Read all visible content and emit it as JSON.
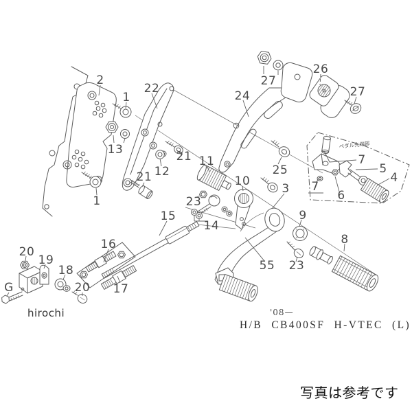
{
  "diagram": {
    "captions": {
      "year_note": "'08—",
      "model": "H/B CB400SF H-VTEC (L)",
      "photo_note": "写真は参考です",
      "pedal_tip_note": "ペダル先端部"
    },
    "watermark": "hirochi",
    "colors": {
      "line": "#5b5b5b",
      "caption_text": "#2e2e2e",
      "photo_note_text": "#121212"
    },
    "callouts": [
      {
        "label": "2"
      },
      {
        "label": "1"
      },
      {
        "label": "22"
      },
      {
        "label": "13"
      },
      {
        "label": "21"
      },
      {
        "label": "12"
      },
      {
        "label": "21"
      },
      {
        "label": "1"
      },
      {
        "label": "23"
      },
      {
        "label": "11"
      },
      {
        "label": "25"
      },
      {
        "label": "10"
      },
      {
        "label": "3"
      },
      {
        "label": "14"
      },
      {
        "label": "15"
      },
      {
        "label": "16"
      },
      {
        "label": "17"
      },
      {
        "label": "18"
      },
      {
        "label": "19"
      },
      {
        "label": "20"
      },
      {
        "label": "20"
      },
      {
        "label": "G"
      },
      {
        "label": "24"
      },
      {
        "label": "27"
      },
      {
        "label": "26"
      },
      {
        "label": "27"
      },
      {
        "label": "9"
      },
      {
        "label": "23"
      },
      {
        "label": "55"
      },
      {
        "label": "8"
      },
      {
        "label": "7"
      },
      {
        "label": "5"
      },
      {
        "label": "4"
      },
      {
        "label": "6"
      },
      {
        "label": "7"
      }
    ]
  }
}
